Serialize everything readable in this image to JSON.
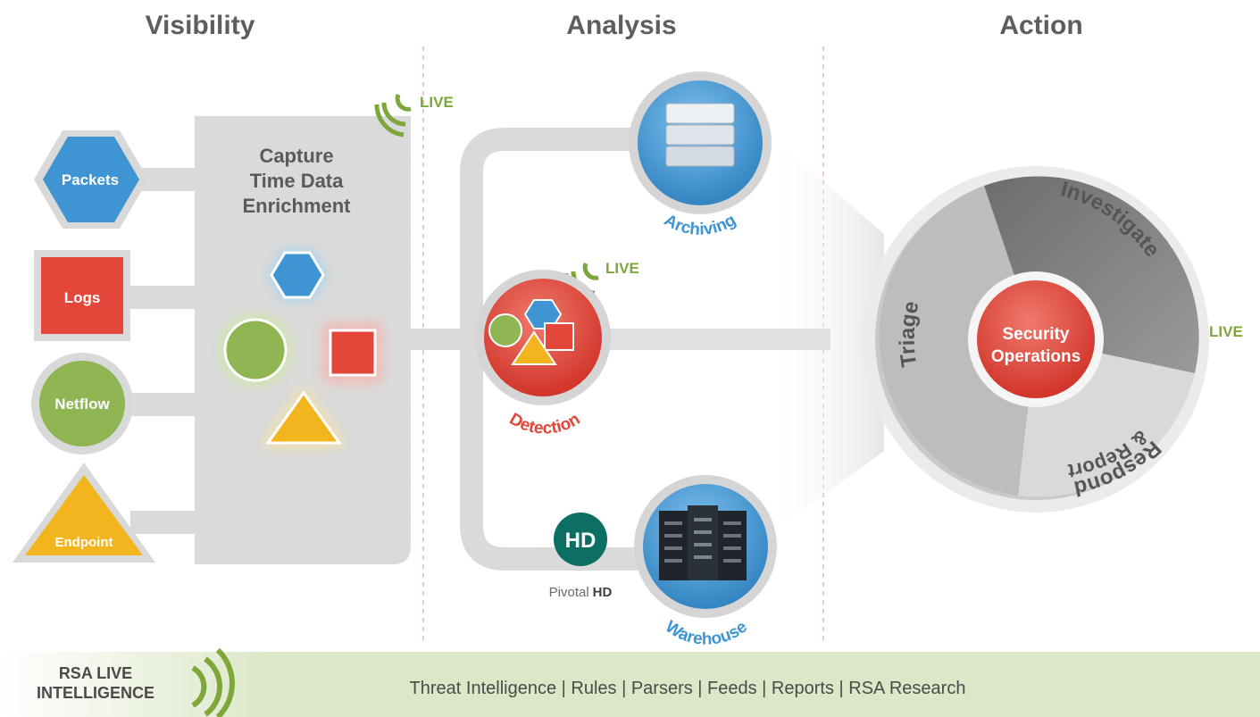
{
  "columns": {
    "visibility": "Visibility",
    "analysis": "Analysis",
    "action": "Action"
  },
  "sources": {
    "packets": "Packets",
    "logs": "Logs",
    "netflow": "Netflow",
    "endpoint": "Endpoint"
  },
  "capture": {
    "line1": "Capture",
    "line2": "Time Data",
    "line3": "Enrichment"
  },
  "live_badge": "LIVE",
  "analysis": {
    "archiving": "Archiving",
    "detection": "Detection",
    "warehouse": "Warehouse",
    "hd_logo": "HD",
    "pivotal_prefix": "Pivotal",
    "pivotal_suffix": "HD"
  },
  "action": {
    "investigate": "Investigate",
    "triage": "Triage",
    "respond": "Respond",
    "report": "& Report",
    "center_line1": "Security",
    "center_line2": "Operations"
  },
  "footer": {
    "title_line1": "RSA LIVE",
    "title_line2": "INTELLIGENCE",
    "items": "Threat Intelligence | Rules | Parsers | Feeds | Reports | RSA Research"
  },
  "colors": {
    "blue": "#3a97d6",
    "red": "#e2473a",
    "green": "#8fb653",
    "yellow": "#f2b51e",
    "live_green": "#7ea73a",
    "gray_text": "#5e5e5e",
    "panel_gray": "#d9d9d9",
    "footer_band": "#dbe7c7"
  }
}
